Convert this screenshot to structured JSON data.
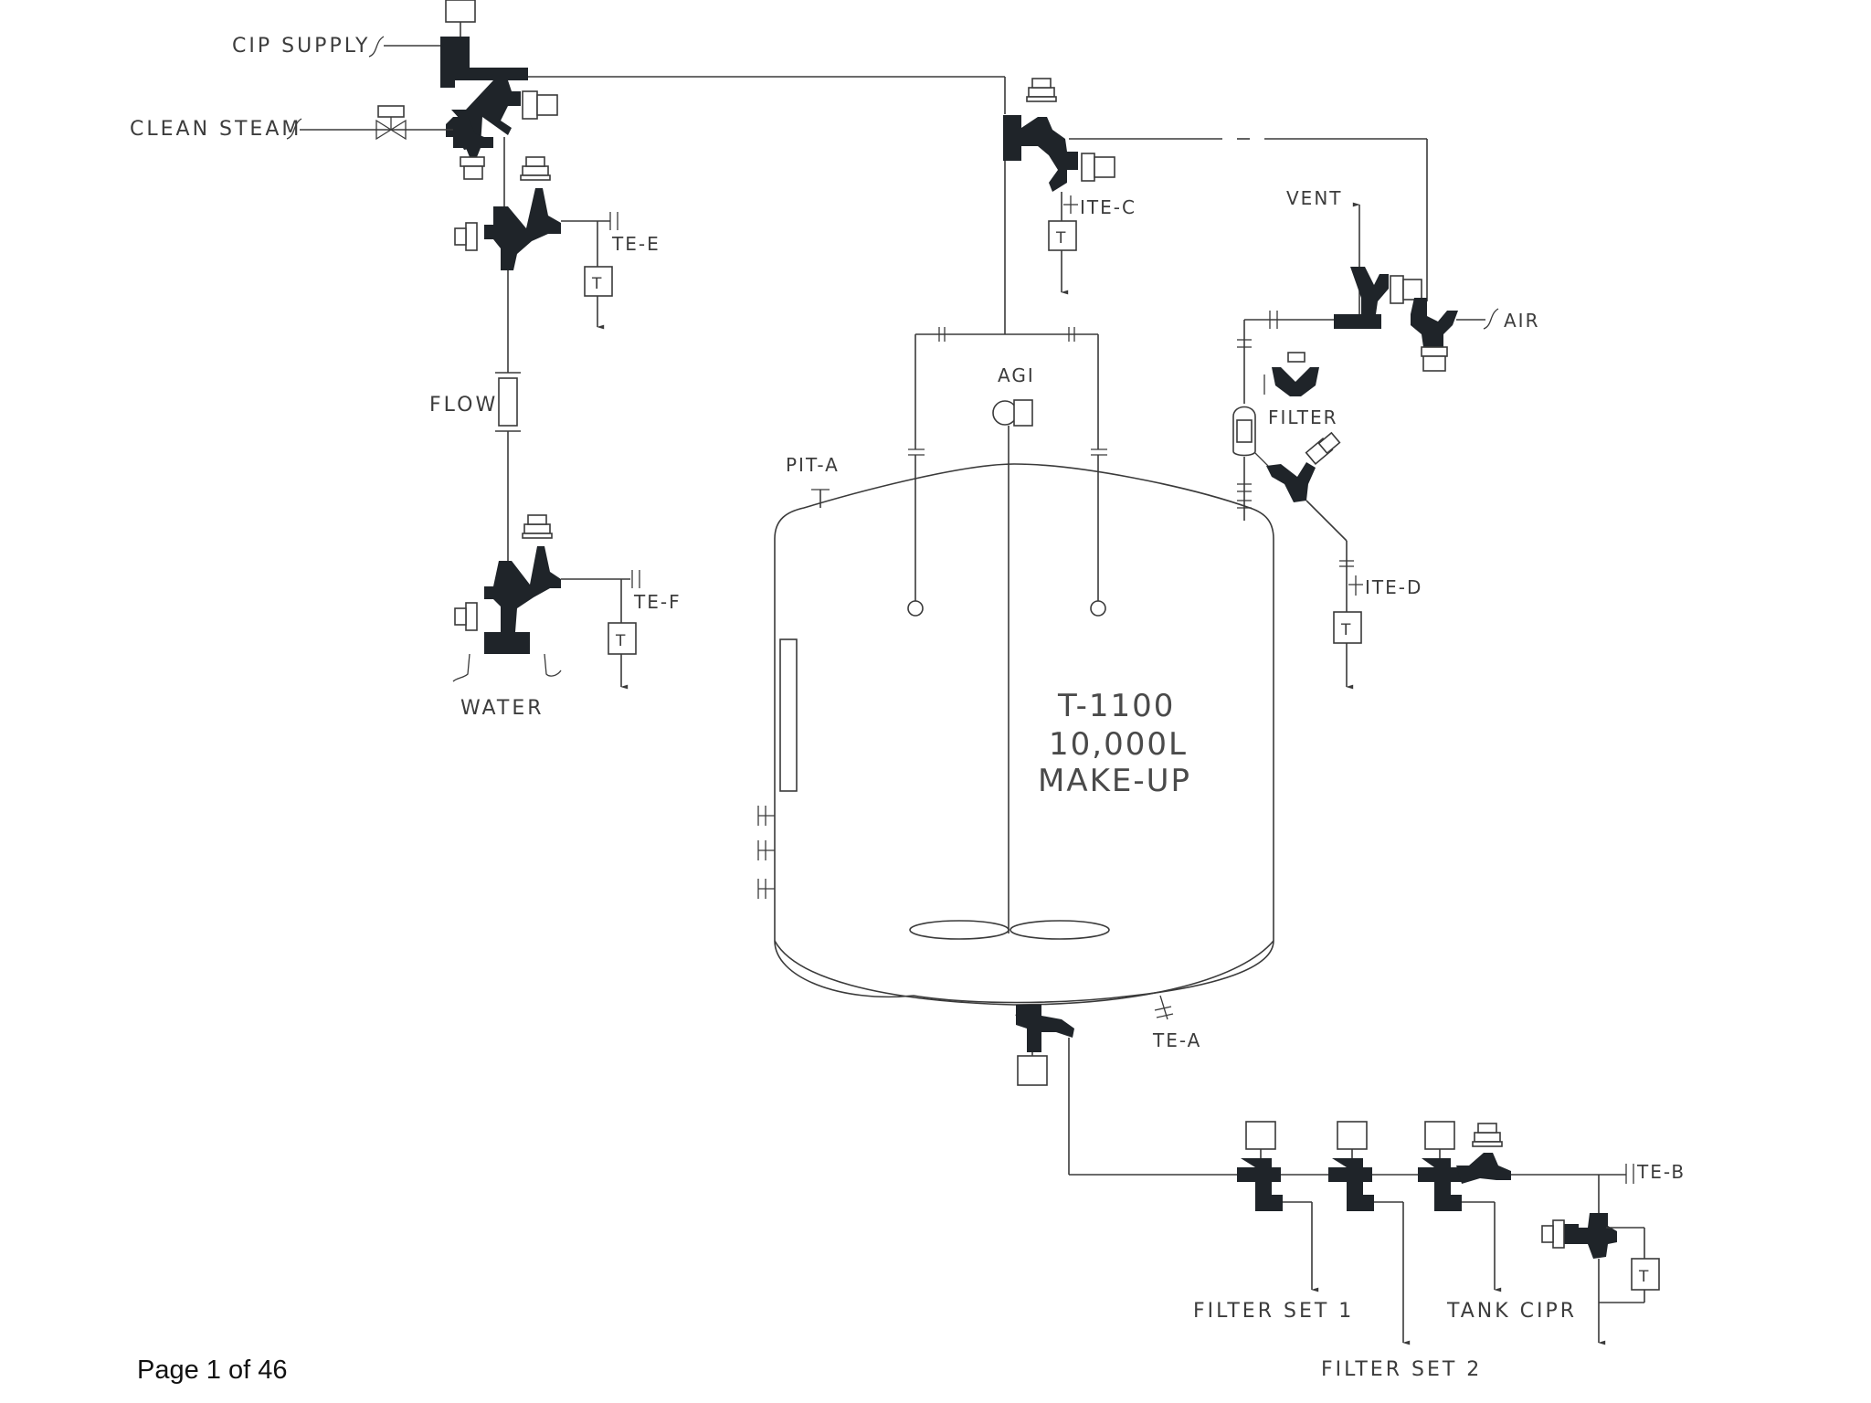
{
  "labels": {
    "cip_supply": "CIP SUPPLY",
    "clean_steam": "CLEAN STEAM",
    "te_e": "TE-E",
    "flow": "FLOW",
    "te_f": "TE-F",
    "water": "WATER",
    "ite_c": "ITE-C",
    "vent": "VENT",
    "air": "AIR",
    "filter": "FILTER",
    "ite_d": "ITE-D",
    "agi": "AGI",
    "pit_a": "PIT-A",
    "te_a": "TE-A",
    "te_b": "TE-B",
    "filter_set_1": "FILTER SET 1",
    "filter_set_2": "FILTER SET 2",
    "tank_cipr": "TANK CIPR"
  },
  "tank": {
    "id": "T-1100",
    "capacity": "10,000L",
    "service": "MAKE-UP"
  },
  "transmitter_symbol": "T",
  "footer": {
    "page": "Page 1 of 46"
  }
}
